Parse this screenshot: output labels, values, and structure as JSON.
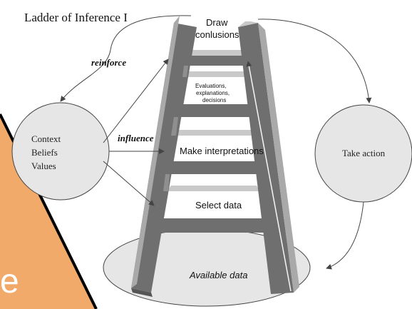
{
  "title": "Ladder of Inference I",
  "labels": {
    "reinforce": "reinforce",
    "influence": "influence"
  },
  "context_circle": {
    "lines": [
      "Context",
      "Beliefs",
      "Values"
    ]
  },
  "action_circle": {
    "label": "Take action"
  },
  "rungs": {
    "top": [
      "Draw",
      "conlusions"
    ],
    "evaluations": [
      "Evaluations,",
      "explanations,",
      "decisions"
    ],
    "interpretations": "Make interpretations",
    "select": "Select data"
  },
  "base": {
    "label": "Available data"
  },
  "corner_fragment": "e",
  "colors": {
    "ladder_dark": "#6f6f6f",
    "ladder_mid": "#8f8f8f",
    "ladder_light": "#c9c9c9",
    "circle_fill": "#e6e6e6",
    "orange_accent": "#f2aa6b",
    "line": "#444444"
  }
}
